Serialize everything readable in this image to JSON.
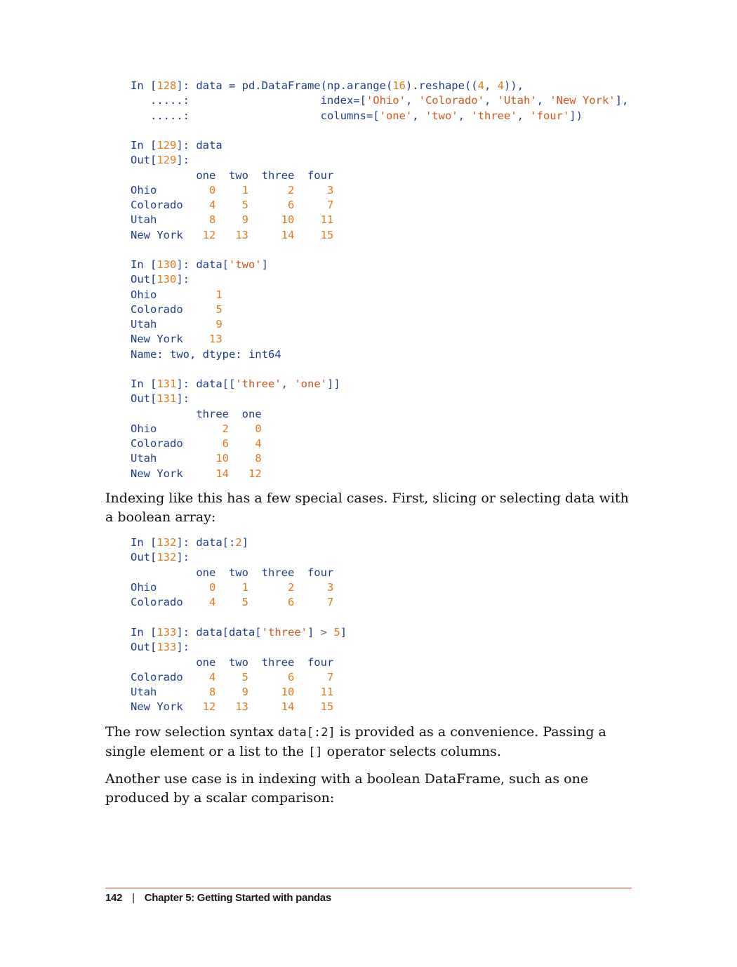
{
  "code_blocks": [
    {
      "id": "in128",
      "lines": [
        [
          {
            "t": "In [",
            "c": ""
          },
          {
            "t": "128",
            "c": "n"
          },
          {
            "t": "]: data = pd.DataFrame(np.arange(",
            "c": ""
          },
          {
            "t": "16",
            "c": "n"
          },
          {
            "t": ").reshape((",
            "c": ""
          },
          {
            "t": "4",
            "c": "n"
          },
          {
            "t": ", ",
            "c": ""
          },
          {
            "t": "4",
            "c": "n"
          },
          {
            "t": ")),",
            "c": ""
          }
        ],
        [
          {
            "t": "   .....:                    index=[",
            "c": ""
          },
          {
            "t": "'Ohio'",
            "c": "s"
          },
          {
            "t": ", ",
            "c": ""
          },
          {
            "t": "'Colorado'",
            "c": "s"
          },
          {
            "t": ", ",
            "c": ""
          },
          {
            "t": "'Utah'",
            "c": "s"
          },
          {
            "t": ", ",
            "c": ""
          },
          {
            "t": "'New York'",
            "c": "s"
          },
          {
            "t": "],",
            "c": ""
          }
        ],
        [
          {
            "t": "   .....:                    columns=[",
            "c": ""
          },
          {
            "t": "'one'",
            "c": "s"
          },
          {
            "t": ", ",
            "c": ""
          },
          {
            "t": "'two'",
            "c": "s"
          },
          {
            "t": ", ",
            "c": ""
          },
          {
            "t": "'three'",
            "c": "s"
          },
          {
            "t": ", ",
            "c": ""
          },
          {
            "t": "'four'",
            "c": "s"
          },
          {
            "t": "])",
            "c": ""
          }
        ]
      ]
    },
    {
      "id": "in129",
      "lines": [
        [
          {
            "t": "In [",
            "c": ""
          },
          {
            "t": "129",
            "c": "n"
          },
          {
            "t": "]: data",
            "c": ""
          }
        ],
        [
          {
            "t": "Out[",
            "c": ""
          },
          {
            "t": "129",
            "c": "n"
          },
          {
            "t": "]:",
            "c": ""
          }
        ],
        [
          {
            "t": "          one  two  three  four",
            "c": ""
          }
        ],
        [
          {
            "t": "Ohio        ",
            "c": ""
          },
          {
            "t": "0",
            "c": "n"
          },
          {
            "t": "    ",
            "c": ""
          },
          {
            "t": "1",
            "c": "n"
          },
          {
            "t": "      ",
            "c": ""
          },
          {
            "t": "2",
            "c": "n"
          },
          {
            "t": "     ",
            "c": ""
          },
          {
            "t": "3",
            "c": "n"
          }
        ],
        [
          {
            "t": "Colorado    ",
            "c": ""
          },
          {
            "t": "4",
            "c": "n"
          },
          {
            "t": "    ",
            "c": ""
          },
          {
            "t": "5",
            "c": "n"
          },
          {
            "t": "      ",
            "c": ""
          },
          {
            "t": "6",
            "c": "n"
          },
          {
            "t": "     ",
            "c": ""
          },
          {
            "t": "7",
            "c": "n"
          }
        ],
        [
          {
            "t": "Utah        ",
            "c": ""
          },
          {
            "t": "8",
            "c": "n"
          },
          {
            "t": "    ",
            "c": ""
          },
          {
            "t": "9",
            "c": "n"
          },
          {
            "t": "     ",
            "c": ""
          },
          {
            "t": "10",
            "c": "n"
          },
          {
            "t": "    ",
            "c": ""
          },
          {
            "t": "11",
            "c": "n"
          }
        ],
        [
          {
            "t": "New York   ",
            "c": ""
          },
          {
            "t": "12",
            "c": "n"
          },
          {
            "t": "   ",
            "c": ""
          },
          {
            "t": "13",
            "c": "n"
          },
          {
            "t": "     ",
            "c": ""
          },
          {
            "t": "14",
            "c": "n"
          },
          {
            "t": "    ",
            "c": ""
          },
          {
            "t": "15",
            "c": "n"
          }
        ]
      ]
    },
    {
      "id": "in130",
      "lines": [
        [
          {
            "t": "In [",
            "c": ""
          },
          {
            "t": "130",
            "c": "n"
          },
          {
            "t": "]: data[",
            "c": ""
          },
          {
            "t": "'two'",
            "c": "s"
          },
          {
            "t": "]",
            "c": ""
          }
        ],
        [
          {
            "t": "Out[",
            "c": ""
          },
          {
            "t": "130",
            "c": "n"
          },
          {
            "t": "]:",
            "c": ""
          }
        ],
        [
          {
            "t": "Ohio         ",
            "c": ""
          },
          {
            "t": "1",
            "c": "n"
          }
        ],
        [
          {
            "t": "Colorado     ",
            "c": ""
          },
          {
            "t": "5",
            "c": "n"
          }
        ],
        [
          {
            "t": "Utah         ",
            "c": ""
          },
          {
            "t": "9",
            "c": "n"
          }
        ],
        [
          {
            "t": "New York    ",
            "c": ""
          },
          {
            "t": "13",
            "c": "n"
          }
        ],
        [
          {
            "t": "Name: two, dtype: int64",
            "c": ""
          }
        ]
      ]
    },
    {
      "id": "in131",
      "lines": [
        [
          {
            "t": "In [",
            "c": ""
          },
          {
            "t": "131",
            "c": "n"
          },
          {
            "t": "]: data[[",
            "c": ""
          },
          {
            "t": "'three'",
            "c": "s"
          },
          {
            "t": ", ",
            "c": ""
          },
          {
            "t": "'one'",
            "c": "s"
          },
          {
            "t": "]]",
            "c": ""
          }
        ],
        [
          {
            "t": "Out[",
            "c": ""
          },
          {
            "t": "131",
            "c": "n"
          },
          {
            "t": "]:",
            "c": ""
          }
        ],
        [
          {
            "t": "          three  one",
            "c": ""
          }
        ],
        [
          {
            "t": "Ohio          ",
            "c": ""
          },
          {
            "t": "2",
            "c": "n"
          },
          {
            "t": "    ",
            "c": ""
          },
          {
            "t": "0",
            "c": "n"
          }
        ],
        [
          {
            "t": "Colorado      ",
            "c": ""
          },
          {
            "t": "6",
            "c": "n"
          },
          {
            "t": "    ",
            "c": ""
          },
          {
            "t": "4",
            "c": "n"
          }
        ],
        [
          {
            "t": "Utah         ",
            "c": ""
          },
          {
            "t": "10",
            "c": "n"
          },
          {
            "t": "    ",
            "c": ""
          },
          {
            "t": "8",
            "c": "n"
          }
        ],
        [
          {
            "t": "New York     ",
            "c": ""
          },
          {
            "t": "14",
            "c": "n"
          },
          {
            "t": "   ",
            "c": ""
          },
          {
            "t": "12",
            "c": "n"
          }
        ]
      ]
    },
    {
      "id": "in132",
      "lines": [
        [
          {
            "t": "In [",
            "c": ""
          },
          {
            "t": "132",
            "c": "n"
          },
          {
            "t": "]: data[:",
            "c": ""
          },
          {
            "t": "2",
            "c": "n"
          },
          {
            "t": "]",
            "c": ""
          }
        ],
        [
          {
            "t": "Out[",
            "c": ""
          },
          {
            "t": "132",
            "c": "n"
          },
          {
            "t": "]:",
            "c": ""
          }
        ],
        [
          {
            "t": "          one  two  three  four",
            "c": ""
          }
        ],
        [
          {
            "t": "Ohio        ",
            "c": ""
          },
          {
            "t": "0",
            "c": "n"
          },
          {
            "t": "    ",
            "c": ""
          },
          {
            "t": "1",
            "c": "n"
          },
          {
            "t": "      ",
            "c": ""
          },
          {
            "t": "2",
            "c": "n"
          },
          {
            "t": "     ",
            "c": ""
          },
          {
            "t": "3",
            "c": "n"
          }
        ],
        [
          {
            "t": "Colorado    ",
            "c": ""
          },
          {
            "t": "4",
            "c": "n"
          },
          {
            "t": "    ",
            "c": ""
          },
          {
            "t": "5",
            "c": "n"
          },
          {
            "t": "      ",
            "c": ""
          },
          {
            "t": "6",
            "c": "n"
          },
          {
            "t": "     ",
            "c": ""
          },
          {
            "t": "7",
            "c": "n"
          }
        ]
      ]
    },
    {
      "id": "in133",
      "lines": [
        [
          {
            "t": "In [",
            "c": ""
          },
          {
            "t": "133",
            "c": "n"
          },
          {
            "t": "]: data[data[",
            "c": ""
          },
          {
            "t": "'three'",
            "c": "s"
          },
          {
            "t": "] ",
            "c": ""
          },
          {
            "t": ">",
            "c": "o"
          },
          {
            "t": " ",
            "c": ""
          },
          {
            "t": "5",
            "c": "n"
          },
          {
            "t": "]",
            "c": ""
          }
        ],
        [
          {
            "t": "Out[",
            "c": ""
          },
          {
            "t": "133",
            "c": "n"
          },
          {
            "t": "]:",
            "c": ""
          }
        ],
        [
          {
            "t": "          one  two  three  four",
            "c": ""
          }
        ],
        [
          {
            "t": "Colorado    ",
            "c": ""
          },
          {
            "t": "4",
            "c": "n"
          },
          {
            "t": "    ",
            "c": ""
          },
          {
            "t": "5",
            "c": "n"
          },
          {
            "t": "      ",
            "c": ""
          },
          {
            "t": "6",
            "c": "n"
          },
          {
            "t": "     ",
            "c": ""
          },
          {
            "t": "7",
            "c": "n"
          }
        ],
        [
          {
            "t": "Utah        ",
            "c": ""
          },
          {
            "t": "8",
            "c": "n"
          },
          {
            "t": "    ",
            "c": ""
          },
          {
            "t": "9",
            "c": "n"
          },
          {
            "t": "     ",
            "c": ""
          },
          {
            "t": "10",
            "c": "n"
          },
          {
            "t": "    ",
            "c": ""
          },
          {
            "t": "11",
            "c": "n"
          }
        ],
        [
          {
            "t": "New York   ",
            "c": ""
          },
          {
            "t": "12",
            "c": "n"
          },
          {
            "t": "   ",
            "c": ""
          },
          {
            "t": "13",
            "c": "n"
          },
          {
            "t": "     ",
            "c": ""
          },
          {
            "t": "14",
            "c": "n"
          },
          {
            "t": "    ",
            "c": ""
          },
          {
            "t": "15",
            "c": "n"
          }
        ]
      ]
    }
  ],
  "paragraphs": {
    "p1": "Indexing like this has a few special cases. First, slicing or selecting data with a boolean array:",
    "p2_before": "The row selection syntax ",
    "p2_code1": "data[:2]",
    "p2_middle": " is provided as a convenience. Passing a single element or a list to the ",
    "p2_code2": "[]",
    "p2_after": " operator selects columns.",
    "p3": "Another use case is in indexing with a boolean DataFrame, such as one produced by a scalar comparison:"
  },
  "footer": {
    "page_number": "142",
    "separator": "|",
    "chapter": "Chapter 5: Getting Started with pandas"
  },
  "colors": {
    "code_text": "#1f3c88",
    "number": "#e07b1a",
    "string": "#d2541c",
    "rule": "#c0392b"
  }
}
